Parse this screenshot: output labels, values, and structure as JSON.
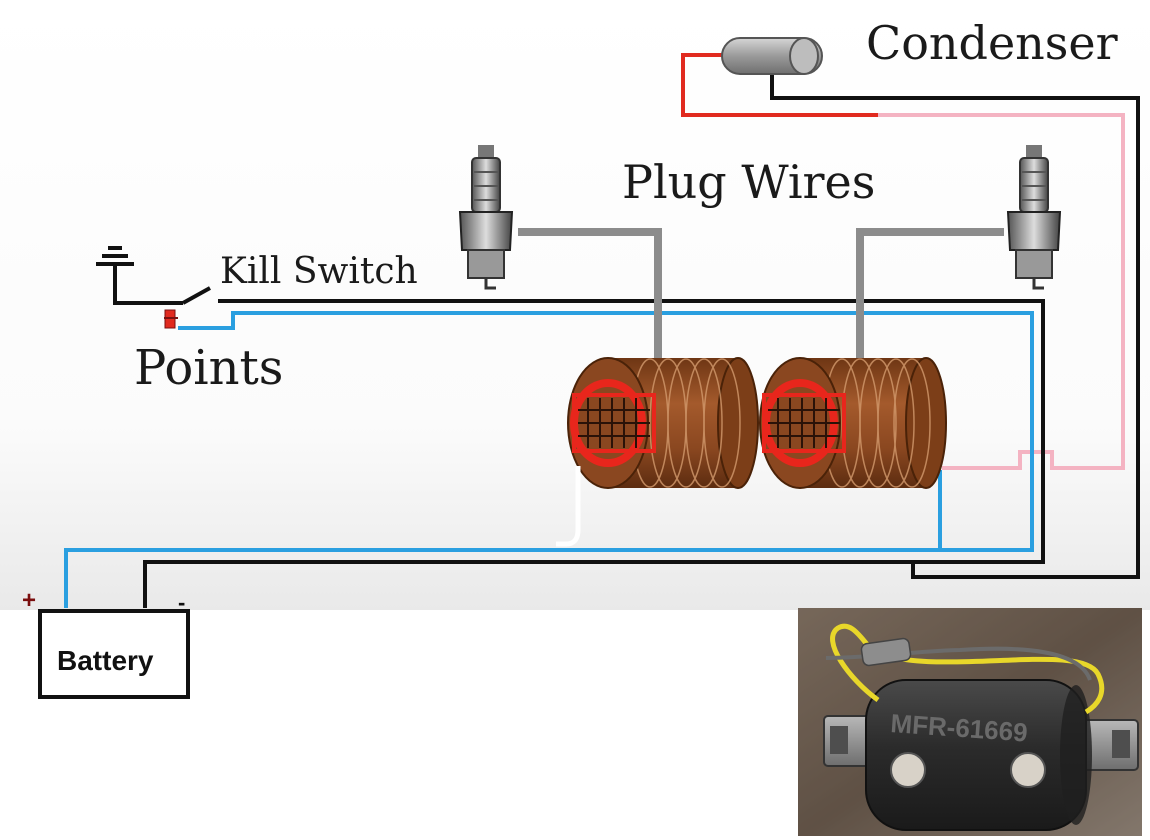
{
  "labels": {
    "condenser": "Condenser",
    "plug_wires": "Plug Wires",
    "kill_switch": "Kill Switch",
    "points": "Points",
    "battery": "Battery",
    "battery_plus": "+",
    "battery_minus": "-"
  },
  "photo": {
    "stamp_text": "MFR-61669"
  },
  "colors": {
    "black_wire": "#111111",
    "blue_wire": "#2a9fe0",
    "red_wire": "#e12a1f",
    "pink_wire": "#f4b3c2",
    "plug_wire": "#8c8c8c",
    "coil_copper": "#8b4a22",
    "coil_primary": "#e8261c",
    "battery_plus_color": "#7a0e0e"
  }
}
